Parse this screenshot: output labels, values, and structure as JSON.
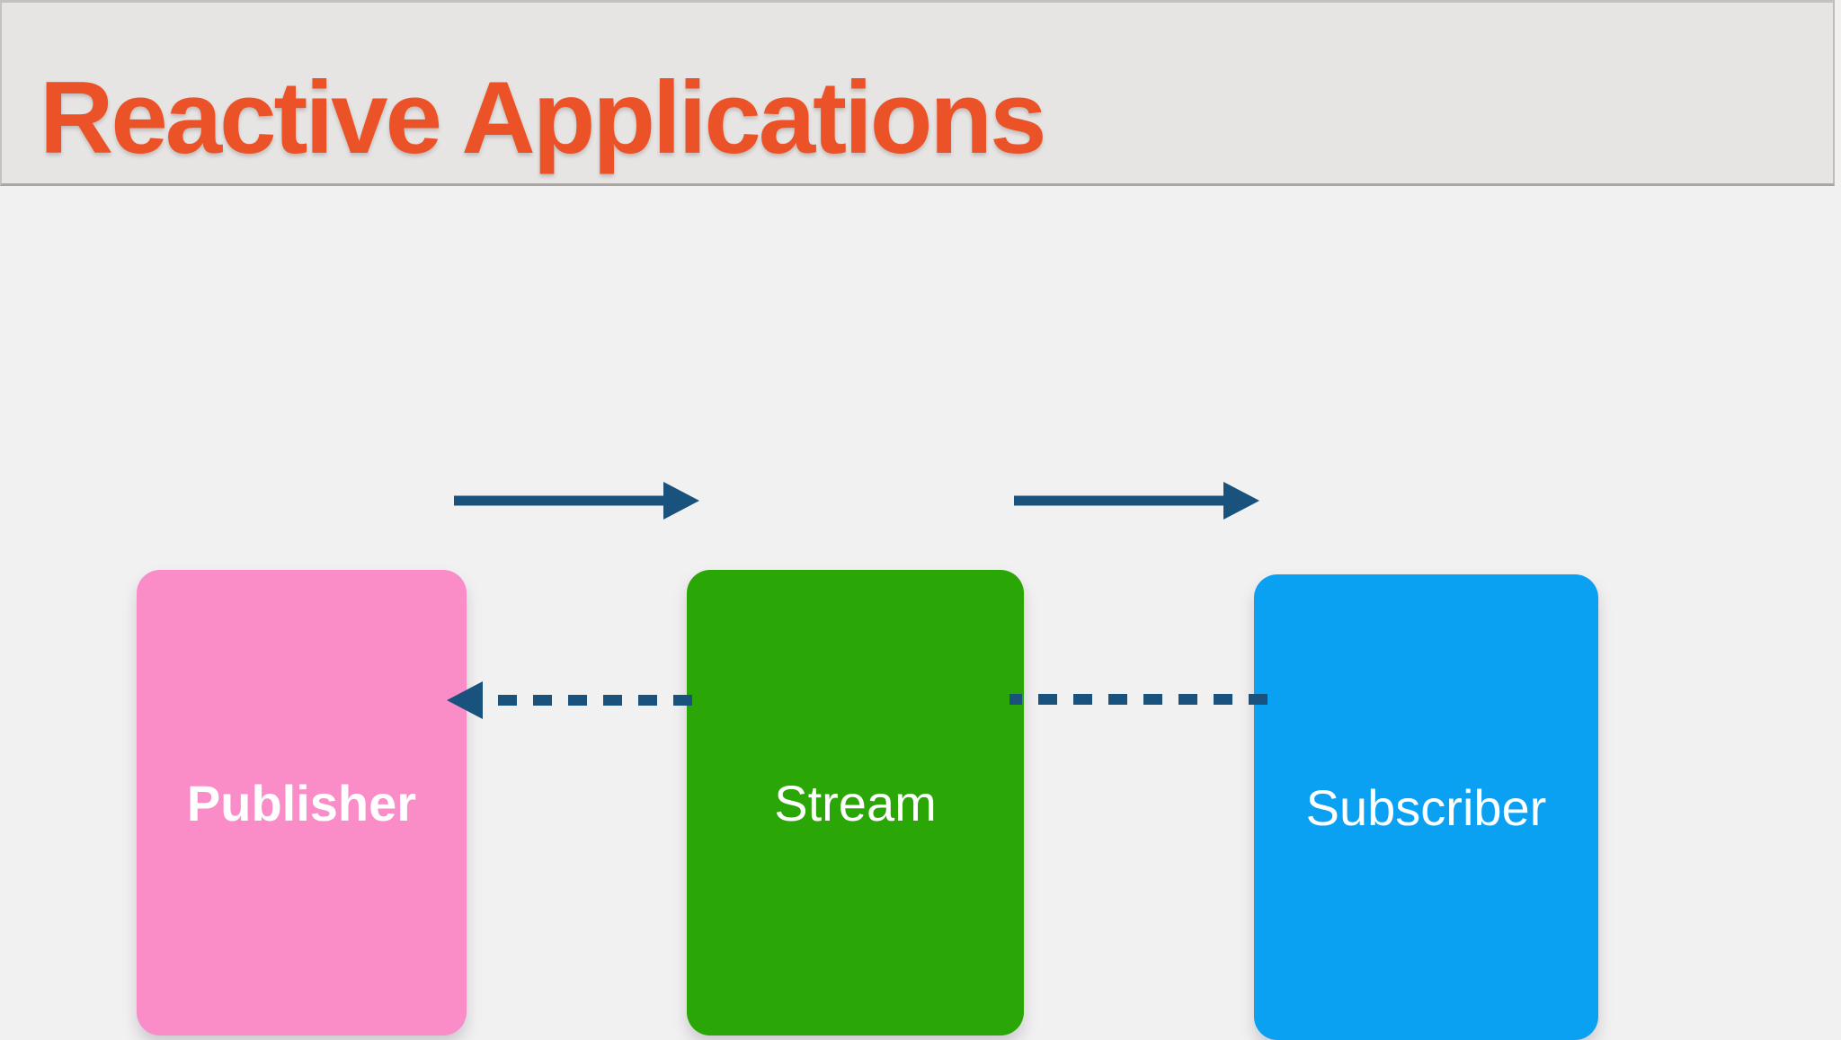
{
  "header": {
    "title": "Reactive Applications",
    "title_color": "#EC5227",
    "background": "#E7E5E4",
    "border_color": "#A7A6A4"
  },
  "canvas": {
    "background": "#F2F1F2"
  },
  "diagram": {
    "arrow_color": "#18527D",
    "label_color": "#FFFFFF",
    "nodes": [
      {
        "id": "publisher",
        "label": "Publisher",
        "color": "#FA8CC8",
        "bold": true
      },
      {
        "id": "stream",
        "label": "Stream",
        "color": "#2AA606",
        "bold": false
      },
      {
        "id": "subscriber",
        "label": "Subscriber",
        "color": "#0AA1F3",
        "bold": false
      }
    ],
    "edges": [
      {
        "from": "publisher",
        "to": "stream",
        "style": "solid",
        "arrowhead": "right"
      },
      {
        "from": "stream",
        "to": "subscriber",
        "style": "solid",
        "arrowhead": "right"
      },
      {
        "from": "stream",
        "to": "publisher",
        "style": "dashed",
        "arrowhead": "left"
      },
      {
        "from": "subscriber",
        "to": "stream",
        "style": "dashed",
        "arrowhead": "none"
      }
    ]
  }
}
